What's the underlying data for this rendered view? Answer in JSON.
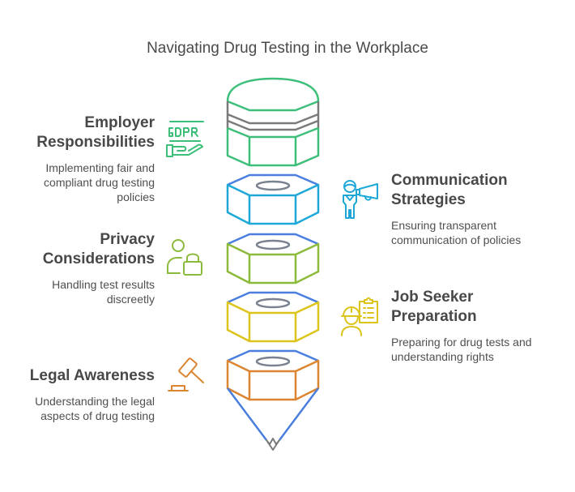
{
  "title": "Navigating Drug Testing in the Workplace",
  "colors": {
    "green": "#3dbf7a",
    "gray": "#7a7a7a",
    "blue_top": "#4a7fe0",
    "cyan": "#1ea8d8",
    "lime": "#8cba3a",
    "yellow": "#dcc41a",
    "orange": "#db8530",
    "text_heading": "#484848",
    "text_body": "#4f4f4f"
  },
  "items": [
    {
      "id": "employer",
      "heading_lines": [
        "Employer",
        "Responsibilities"
      ],
      "description_lines": [
        "Implementing fair and",
        "compliant drug testing",
        "policies"
      ],
      "side": "left",
      "icon": "gdpr-hand-icon",
      "color": "#3dbf7a"
    },
    {
      "id": "communication",
      "heading_lines": [
        "Communication",
        "Strategies"
      ],
      "description_lines": [
        "Ensuring transparent",
        "communication of policies"
      ],
      "side": "right",
      "icon": "person-megaphone-icon",
      "color": "#1ea8d8"
    },
    {
      "id": "privacy",
      "heading_lines": [
        "Privacy",
        "Considerations"
      ],
      "description_lines": [
        "Handling test results",
        "discreetly"
      ],
      "side": "left",
      "icon": "user-lock-icon",
      "color": "#8cba3a"
    },
    {
      "id": "jobseeker",
      "heading_lines": [
        "Job Seeker",
        "Preparation"
      ],
      "description_lines": [
        "Preparing for drug tests and",
        "understanding rights"
      ],
      "side": "right",
      "icon": "worker-clipboard-icon",
      "color": "#dcc41a"
    },
    {
      "id": "legal",
      "heading_lines": [
        "Legal Awareness"
      ],
      "description_lines": [
        "Understanding the legal",
        "aspects of drug testing"
      ],
      "side": "left",
      "icon": "gavel-icon",
      "color": "#db8530"
    }
  ]
}
